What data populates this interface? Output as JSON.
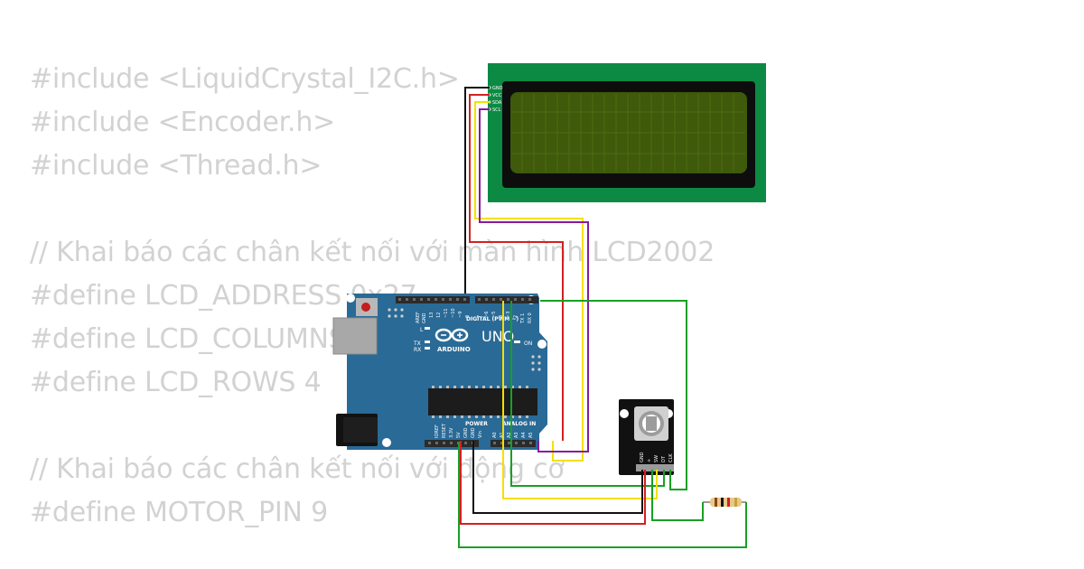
{
  "code_lines": [
    "#include <LiquidCrystal_I2C.h>",
    "#include <Encoder.h>",
    "#include <Thread.h>",
    "",
    "// Khai báo các chân kết nối với màn hình LCD2002",
    "#define LCD_ADDRESS 0x27",
    "#define LCD_COLUMNS 20",
    "#define LCD_ROWS 4",
    "",
    "// Khai báo các chân kết nối với động cơ",
    "#define MOTOR_PIN 9"
  ],
  "lcd": {
    "pins": [
      "GND",
      "VCC",
      "SDA",
      "SCL"
    ],
    "pcb_color": "#0c8a44",
    "screen_color": "#3e5a0a"
  },
  "arduino": {
    "brand": "ARDUINO",
    "model": "UNO",
    "digital_header": "DIGITAL (PWM ~)",
    "power_header": "POWER",
    "analog_header": "ANALOG IN",
    "on_label": "ON",
    "led_labels": [
      "L",
      "TX",
      "RX"
    ],
    "power_pins": [
      "IOREF",
      "RESET",
      "3.3V",
      "5V",
      "GND",
      "GND",
      "Vin"
    ],
    "analog_pins": [
      "A0",
      "A1",
      "A2",
      "A3",
      "A4",
      "A5"
    ],
    "digital_pins": [
      "AREF",
      "GND",
      "13",
      "12",
      "~11",
      "~10",
      "~9",
      "8",
      "7",
      "~6",
      "~5",
      "4",
      "~3",
      "2",
      "TX 1",
      "RX 0"
    ],
    "board_color": "#2a6a96"
  },
  "encoder": {
    "pins": [
      "GND",
      "+",
      "SW",
      "DT",
      "CLK"
    ]
  },
  "wire_colors": {
    "black": "#111111",
    "red": "#d42020",
    "yellow": "#f5e000",
    "purple": "#8a1a9a",
    "green": "#18a024"
  }
}
